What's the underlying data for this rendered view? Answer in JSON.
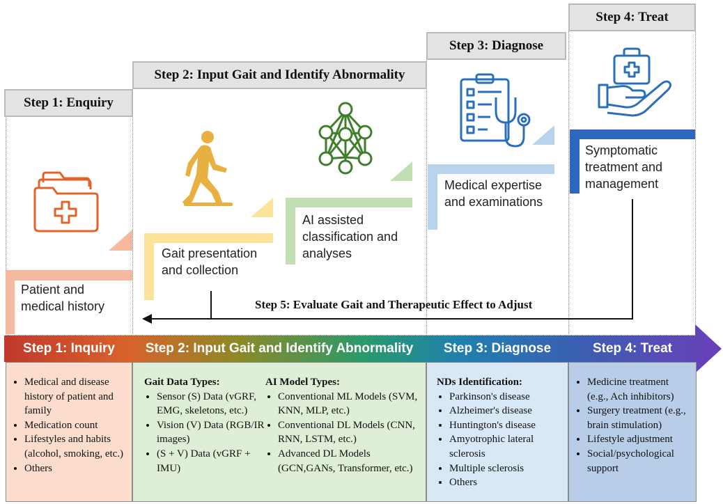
{
  "steps": {
    "enquiry_header": "Step 1: Enquiry",
    "input_header": "Step 2: Input Gait and Identify Abnormality",
    "diagnose_header": "Step 3: Diagnose",
    "treat_header": "Step 4: Treat"
  },
  "captions": {
    "patient": "Patient and\nmedical history",
    "gait": "Gait presentation\nand collection",
    "ai": "AI assisted\nclassification and\nanalyses",
    "medical": "Medical expertise\nand examinations",
    "treatment": "Symptomatic\ntreatment and\nmanagement"
  },
  "feedback_label": "Step 5: Evaluate Gait and Therapeutic Effect to Adjust",
  "band": {
    "inquiry": "Step 1: Inquiry",
    "input": "Step 2: Input Gait and Identify Abnormality",
    "diagnose": "Step 3: Diagnose",
    "treat": "Step 4: Treat",
    "colors": [
      "#c0392b",
      "#d9622b",
      "#8a8a28",
      "#2a9a6a",
      "#1f7fb0",
      "#3a5fb3",
      "#6a3fb8"
    ]
  },
  "panels": {
    "inquiry_items": [
      "Medical and disease history of patient and family",
      "Medication count",
      "Lifestyles and habits (alcohol, smoking, etc.)",
      "Others"
    ],
    "gait_data_title": "Gait Data Types:",
    "gait_data_items": [
      "Sensor (S) Data (vGRF, EMG, skeletons, etc.)",
      "Vision (V) Data (RGB/IR images)",
      "(S + V) Data (vGRF + IMU)"
    ],
    "ai_model_title": "AI Model Types:",
    "ai_model_items": [
      "Conventional ML Models (SVM, KNN, MLP, etc.)",
      "Conventional DL Models (CNN, RNN, LSTM, etc.)",
      "Advanced DL Models (GCN,GANs, Transformer, etc.)"
    ],
    "nds_title": "NDs Identification:",
    "nds_items": [
      "Parkinson's disease",
      "Alzheimer's disease",
      "Huntington's disease",
      "Amyotrophic lateral sclerosis",
      "Multiple sclerosis",
      "Others"
    ],
    "treat_items": [
      "Medicine treatment (e.g., Ach inhibitors)",
      "Surgery treatment (e.g., brain stimulation)",
      "Lifestyle adjustment",
      "Social/psychological support"
    ]
  },
  "colors": {
    "orange": "#e8753a",
    "orange_light": "#f7b9a0",
    "yellow": "#fbe39a",
    "gold": "#e8b040",
    "green": "#3f7f2a",
    "green_light": "#c1dfb3",
    "blue": "#2a6fb8",
    "blue_light": "#b8d3ec",
    "blue_dark": "#2f66c0",
    "panel_inquiry": "#fbdccd",
    "panel_input": "#dfeed6",
    "panel_diagnose": "#d9e8f6",
    "panel_treat": "#b8cde8"
  }
}
